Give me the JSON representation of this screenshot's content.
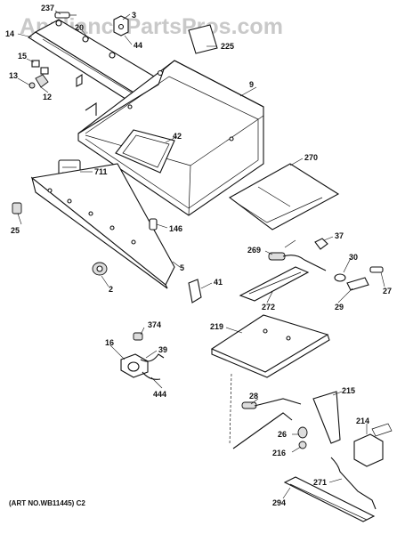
{
  "watermark": "AppliancePartsPros.com",
  "caption": "(ART NO.WB11445) C2",
  "callouts": {
    "c237": "237",
    "c3": "3",
    "c20": "20",
    "c14": "14",
    "c44": "44",
    "c225": "225",
    "c15": "15",
    "c13": "13",
    "c12": "12",
    "c9": "9",
    "c42": "42",
    "c711": "711",
    "c270": "270",
    "c25": "25",
    "c146": "146",
    "c37": "37",
    "c269": "269",
    "c30": "30",
    "c5": "5",
    "c2": "2",
    "c41": "41",
    "c27": "27",
    "c272": "272",
    "c29": "29",
    "c374": "374",
    "c219": "219",
    "c16": "16",
    "c39": "39",
    "c444": "444",
    "c215": "215",
    "c28": "28",
    "c214": "214",
    "c26": "26",
    "c216": "216",
    "c271": "271",
    "c294": "294"
  }
}
